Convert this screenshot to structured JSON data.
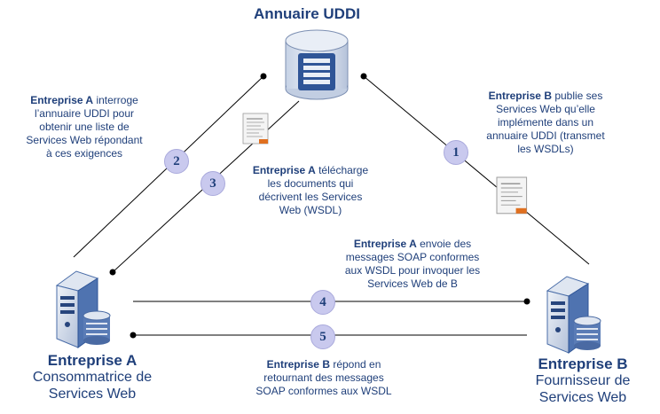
{
  "title": "Annuaire UDDI",
  "consumer": {
    "name": "Entreprise A",
    "role_line1": "Consommatrice de",
    "role_line2": "Services Web"
  },
  "provider": {
    "name": "Entreprise B",
    "role_line1": "Fournisseur de",
    "role_line2": "Services Web"
  },
  "steps": [
    {
      "number": "1",
      "actor": "Entreprise B",
      "text_lines": [
        " publie ses",
        "Services Web qu’elle",
        "implémente dans un",
        "annuaire UDDI (transmet",
        "les WSDLs)"
      ]
    },
    {
      "number": "2",
      "actor": "Entreprise A",
      "text_lines": [
        " interroge",
        "l’annuaire UDDI pour",
        "obtenir une liste de",
        "Services Web répondant",
        "à ces exigences"
      ]
    },
    {
      "number": "3",
      "actor": "Entreprise A",
      "text_lines": [
        " télécharge",
        "les documents qui",
        "décrivent les Services",
        "Web (WSDL)"
      ]
    },
    {
      "number": "4",
      "actor": "Entreprise A",
      "text_lines": [
        " envoie des",
        "messages SOAP conformes",
        "aux WSDL pour invoquer les",
        "Services Web de B"
      ]
    },
    {
      "number": "5",
      "actor": "Entreprise B",
      "text_lines": [
        " répond en",
        "retournant des messages",
        "SOAP conformes aux WSDL"
      ]
    }
  ],
  "icons": {
    "registry": "database-cylinder-icon",
    "consumer": "server-with-database-icon",
    "provider": "server-with-database-icon",
    "document": "wsdl-document-icon"
  },
  "colors": {
    "text": "#1f3f7a",
    "badge": "#c9c9ee",
    "line": "#000000",
    "icon_blue": "#5b7fb8"
  }
}
